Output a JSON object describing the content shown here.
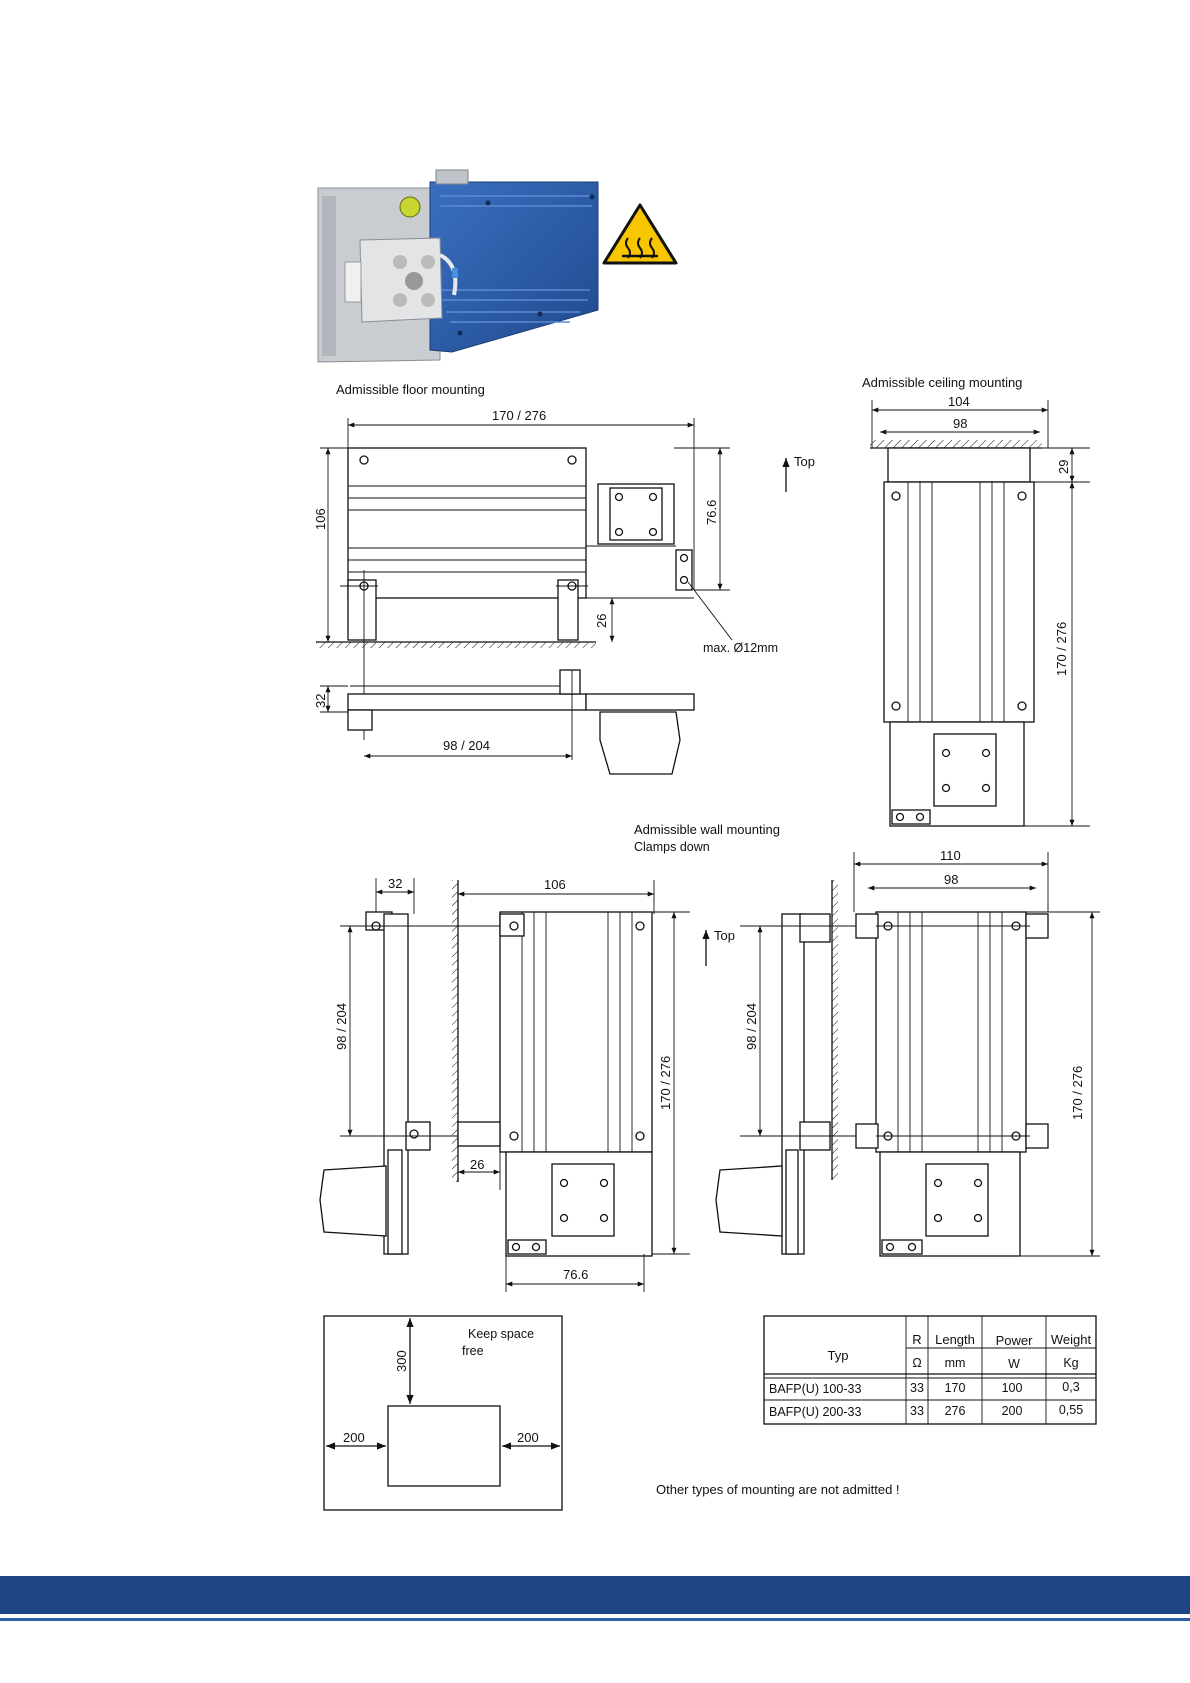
{
  "colors": {
    "footer_band": "#1f4582",
    "footer_line": "#2d5fa6",
    "heatsink_blue": "#2e5ea8",
    "warning_yellow": "#f7c600"
  },
  "icons": {
    "warning": "hot-surface-warning-icon"
  },
  "labels": {
    "floor_mounting": "Admissible floor mounting",
    "ceiling_mounting": "Admissible ceiling mounting",
    "wall_mounting": "Admissible wall mounting",
    "clamps_down": "Clamps down",
    "top": "Top",
    "max_hole": "max. Ø12mm",
    "keep_space_1": "Keep space",
    "keep_space_2": "free",
    "not_admitted": "Other types of mounting are not admitted !"
  },
  "dims": {
    "floor_length": "170 / 276",
    "floor_height": "106",
    "floor_clamp_w": "76.6",
    "floor_foot": "26",
    "floor_depth": "32",
    "floor_hole": "98 / 204",
    "ceil_outer": "104",
    "ceil_inner": "98",
    "ceil_gap": "29",
    "ceil_length": "170 / 276",
    "wall_depth": "32",
    "wall_height": "106",
    "wall_holes": "98 / 204",
    "wall_length": "170 / 276",
    "wall_foot": "26",
    "wall_clamp_w": "76.6",
    "wall2_outer": "110",
    "wall2_inner": "98",
    "wall2_holes": "98 / 204",
    "wall2_length": "170 / 276",
    "space_top": "300",
    "space_left": "200",
    "space_right": "200"
  },
  "table": {
    "typ_header": "Typ",
    "headers": [
      "R",
      "Length",
      "Power",
      "Weight"
    ],
    "units": [
      "Ω",
      "mm",
      "W",
      "Kg"
    ],
    "rows": [
      {
        "typ": "BAFP(U) 100-33",
        "r": "33",
        "length": "170",
        "power": "100",
        "weight": "0,3"
      },
      {
        "typ": "BAFP(U) 200-33",
        "r": "33",
        "length": "276",
        "power": "200",
        "weight": "0,55"
      }
    ]
  }
}
